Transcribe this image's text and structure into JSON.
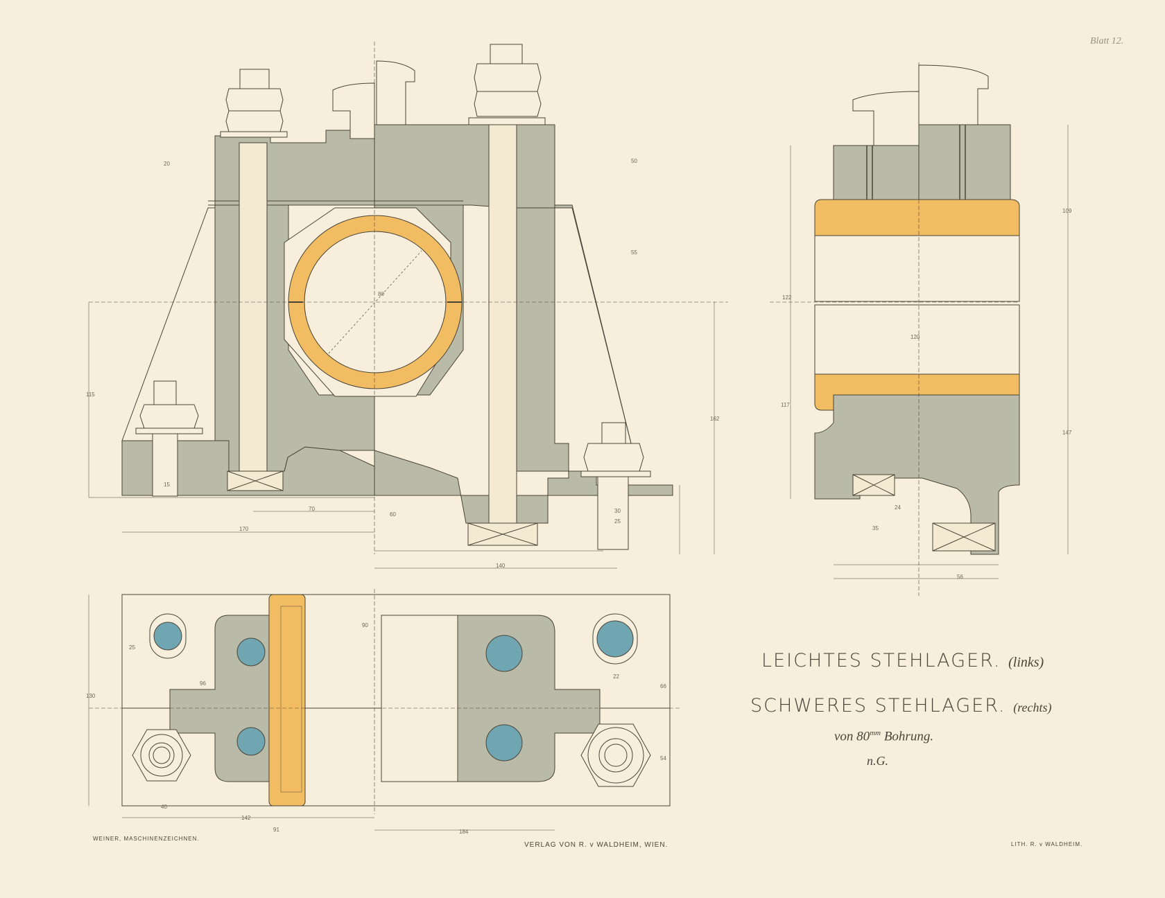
{
  "sheet": {
    "label": "Blatt 12."
  },
  "title": {
    "line1_main": "LEICHTES STEHLAGER.",
    "line1_note": "(links)",
    "line2_main": "SCHWERES STEHLAGER.",
    "line2_note": "(rechts)",
    "line3_prefix": "von 80",
    "line3_sup": "mm",
    "line3_suffix": " Bohrung.",
    "line4": "n.G."
  },
  "footer": {
    "left": "WEINER, MASCHINENZEICHNEN.",
    "center": "VERLAG VON R. v WALDHEIM, WIEN.",
    "right": "LITH. R. v WALDHEIM."
  },
  "dimensions": {
    "d1": "80",
    "d2": "20",
    "d3": "50",
    "d4": "55",
    "d5": "162",
    "d6": "115",
    "d7": "170",
    "d8": "140",
    "d9": "70",
    "d10": "60",
    "d11": "30",
    "d12": "25",
    "d13": "15",
    "d14": "109",
    "d15": "122",
    "d16": "120",
    "d17": "117",
    "d18": "147",
    "d19": "56",
    "d20": "24",
    "d21": "35",
    "d22": "130",
    "d23": "90",
    "d24": "96",
    "d25": "184",
    "d26": "91",
    "d27": "142",
    "d28": "66",
    "d29": "54",
    "d30": "40",
    "d31": "22",
    "d32": "25"
  },
  "colors": {
    "paper": "#f7efdc",
    "iron_gray": "#b9baa7",
    "bronze_orange": "#f2bd62",
    "bolt_blue": "#6fa6b2",
    "ink": "#4a4438"
  }
}
